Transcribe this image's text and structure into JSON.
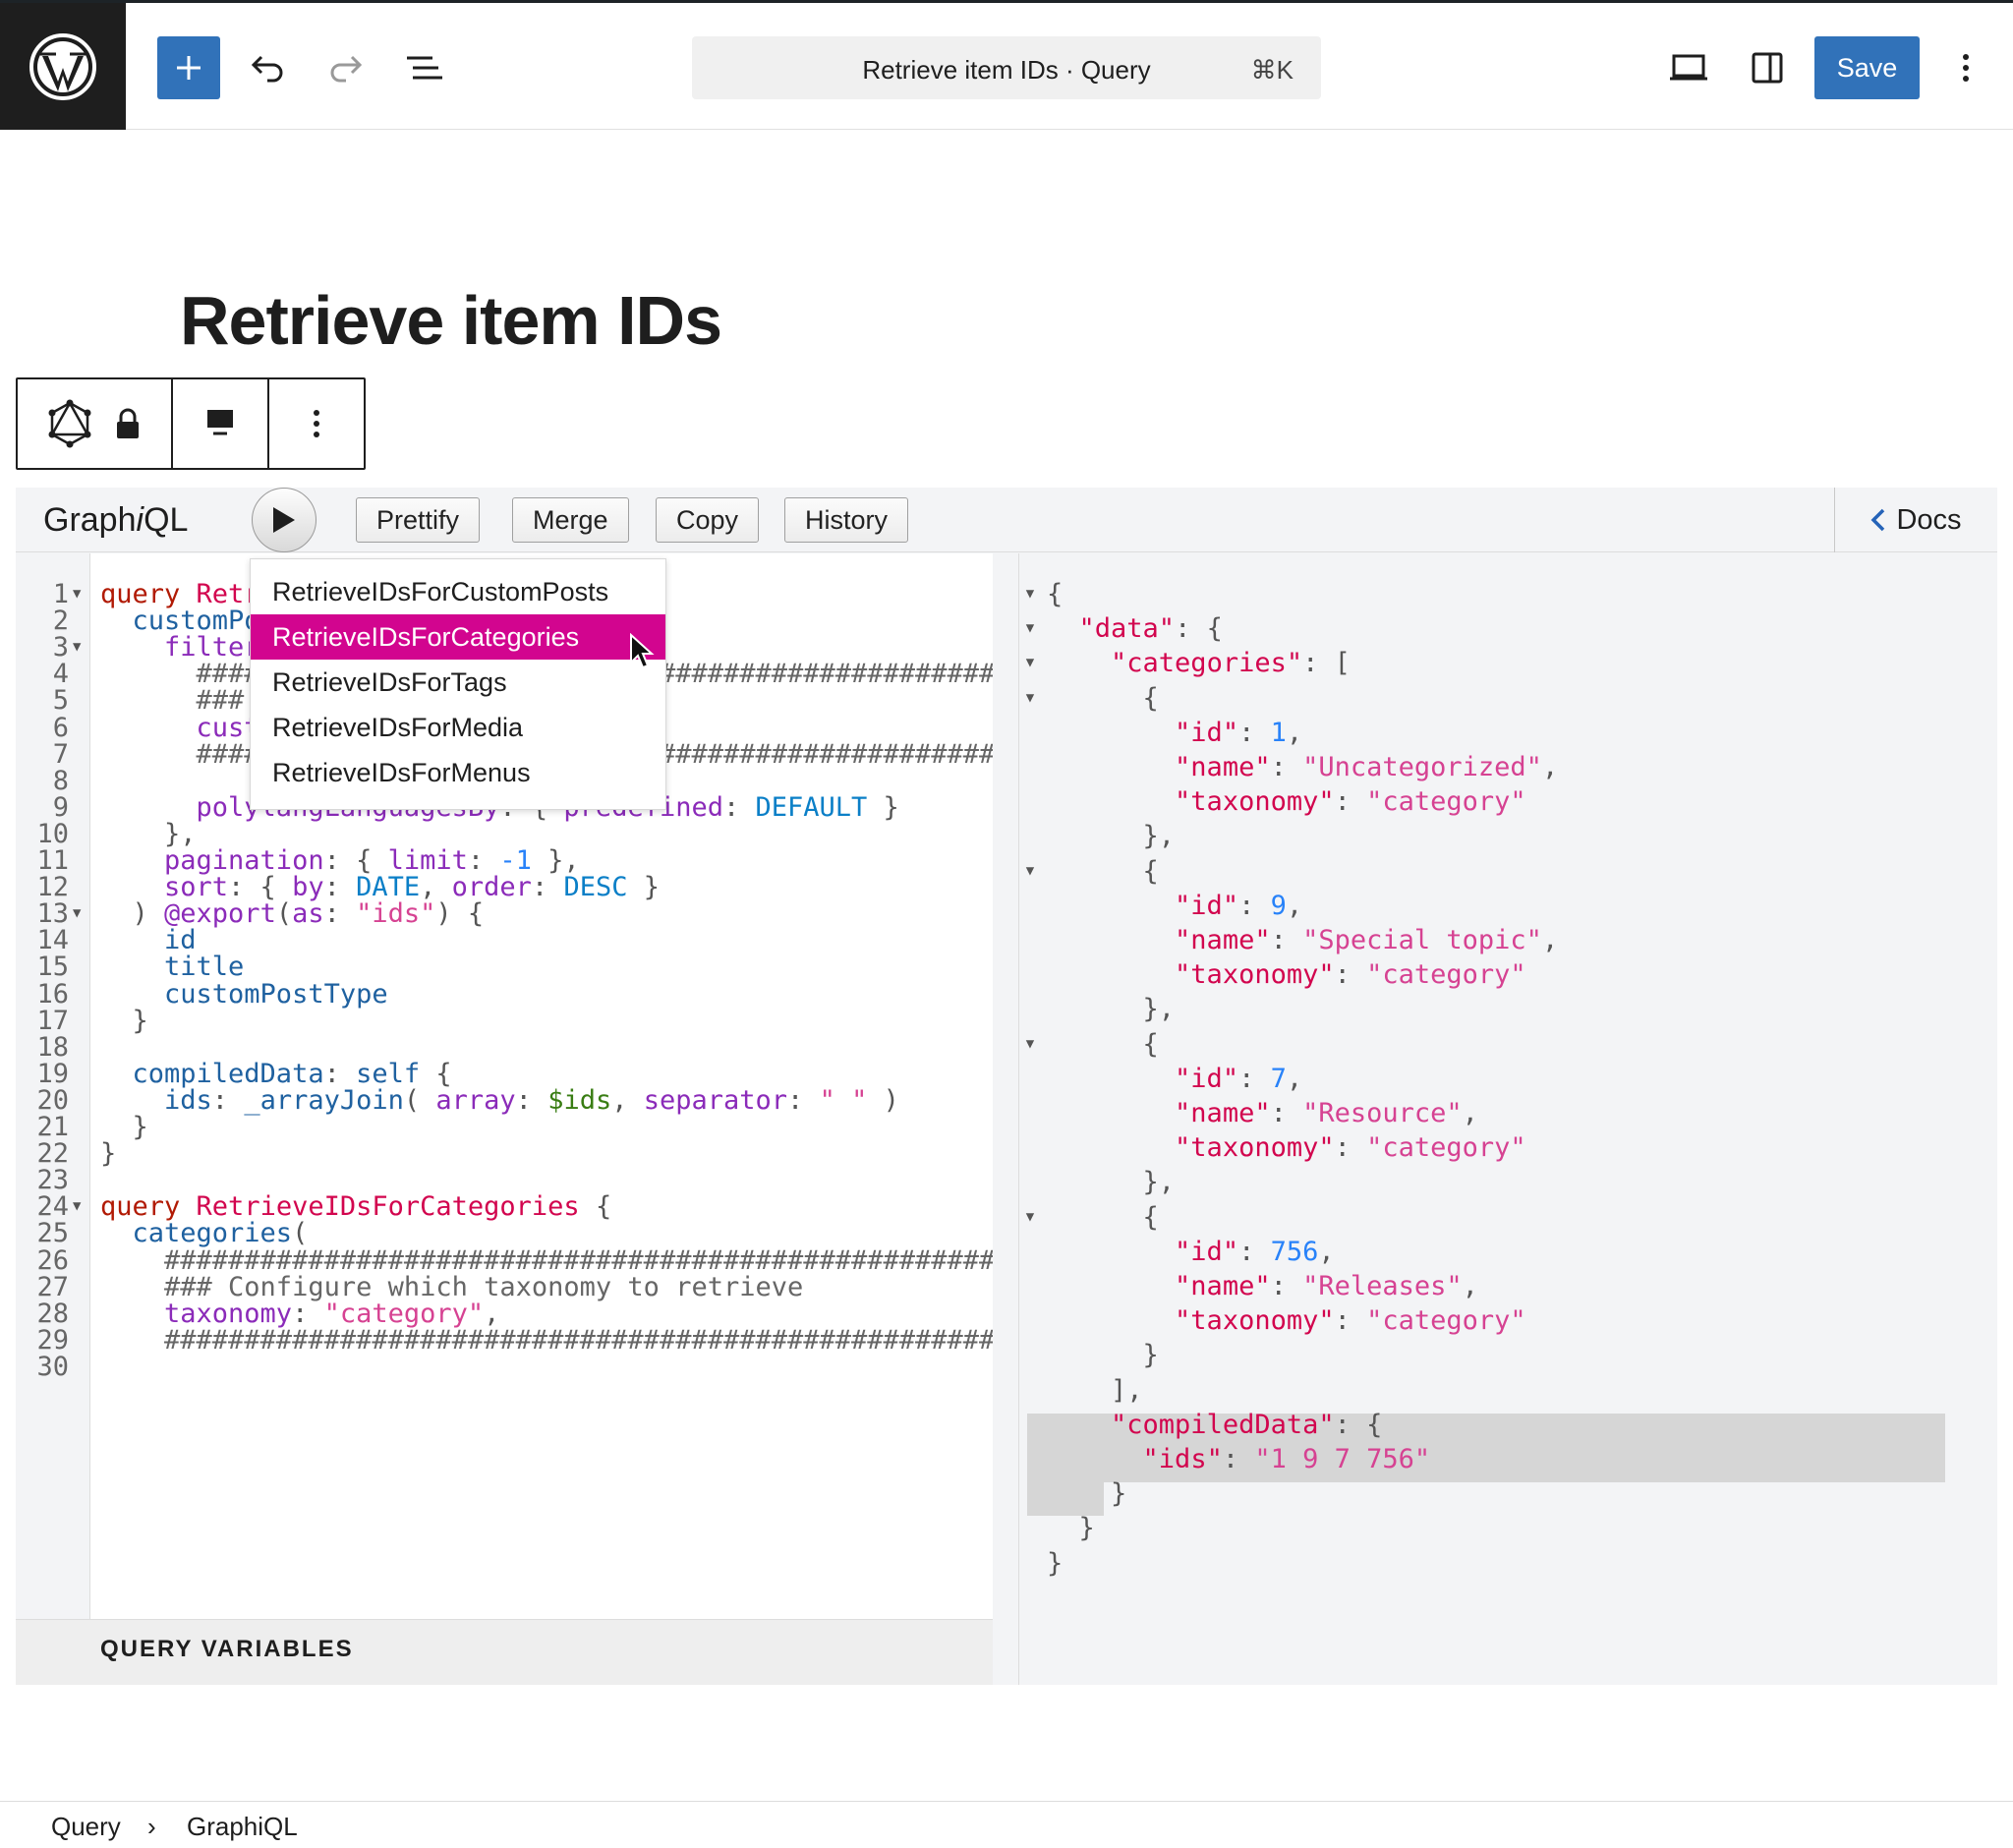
{
  "topbar": {
    "command_title": "Retrieve item IDs · Query",
    "command_shortcut": "⌘K",
    "save_label": "Save"
  },
  "page": {
    "title": "Retrieve item IDs"
  },
  "graphiql": {
    "title_prefix": "Graph",
    "title_italic": "i",
    "title_suffix": "QL",
    "prettify": "Prettify",
    "merge": "Merge",
    "copy": "Copy",
    "history": "History",
    "docs": "Docs",
    "query_variables": "QUERY VARIABLES"
  },
  "operations": [
    {
      "label": "RetrieveIDsForCustomPosts",
      "selected": false
    },
    {
      "label": "RetrieveIDsForCategories",
      "selected": true
    },
    {
      "label": "RetrieveIDsForTags",
      "selected": false
    },
    {
      "label": "RetrieveIDsForMedia",
      "selected": false
    },
    {
      "label": "RetrieveIDsForMenus",
      "selected": false
    }
  ],
  "editor_lines": [
    {
      "n": "1",
      "fold": true,
      "tokens": [
        [
          "kw",
          "query "
        ],
        [
          "def",
          "Retr"
        ]
      ]
    },
    {
      "n": "2",
      "fold": false,
      "tokens": [
        [
          "prop",
          "  customPo"
        ]
      ]
    },
    {
      "n": "3",
      "fold": true,
      "tokens": [
        [
          "attr",
          "    filter"
        ]
      ]
    },
    {
      "n": "4",
      "fold": false,
      "tokens": [
        [
          "cmt",
          "      ####                    ##############################"
        ]
      ]
    },
    {
      "n": "5",
      "fold": false,
      "tokens": [
        [
          "cmt",
          "      ###                     rieve"
        ]
      ]
    },
    {
      "n": "6",
      "fold": false,
      "tokens": [
        [
          "attr",
          "      cust"
        ],
        [
          "str",
          "                    e\""
        ],
        [
          "punct",
          " ],"
        ]
      ]
    },
    {
      "n": "7",
      "fold": false,
      "tokens": [
        [
          "cmt",
          "      ##############################################################"
        ]
      ]
    },
    {
      "n": "8",
      "fold": false,
      "tokens": []
    },
    {
      "n": "9",
      "fold": false,
      "tokens": [
        [
          "attr",
          "      polylangLanguagesBy"
        ],
        [
          "punct",
          ": { "
        ],
        [
          "attr",
          "predefined"
        ],
        [
          "punct",
          ": "
        ],
        [
          "enum",
          "DEFAULT"
        ],
        [
          "punct",
          " }"
        ]
      ]
    },
    {
      "n": "10",
      "fold": false,
      "tokens": [
        [
          "punct",
          "    },"
        ]
      ]
    },
    {
      "n": "11",
      "fold": false,
      "tokens": [
        [
          "attr",
          "    pagination"
        ],
        [
          "punct",
          ": { "
        ],
        [
          "attr",
          "limit"
        ],
        [
          "punct",
          ": "
        ],
        [
          "num",
          "-1"
        ],
        [
          "punct",
          " },"
        ]
      ]
    },
    {
      "n": "12",
      "fold": false,
      "tokens": [
        [
          "attr",
          "    sort"
        ],
        [
          "punct",
          ": { "
        ],
        [
          "attr",
          "by"
        ],
        [
          "punct",
          ": "
        ],
        [
          "enum",
          "DATE"
        ],
        [
          "punct",
          ", "
        ],
        [
          "attr",
          "order"
        ],
        [
          "punct",
          ": "
        ],
        [
          "enum",
          "DESC"
        ],
        [
          "punct",
          " }"
        ]
      ]
    },
    {
      "n": "13",
      "fold": true,
      "tokens": [
        [
          "punct",
          "  ) "
        ],
        [
          "attr",
          "@export"
        ],
        [
          "punct",
          "("
        ],
        [
          "attr",
          "as"
        ],
        [
          "punct",
          ": "
        ],
        [
          "str",
          "\"ids\""
        ],
        [
          "punct",
          ") {"
        ]
      ]
    },
    {
      "n": "14",
      "fold": false,
      "tokens": [
        [
          "prop",
          "    id"
        ]
      ]
    },
    {
      "n": "15",
      "fold": false,
      "tokens": [
        [
          "prop",
          "    title"
        ]
      ]
    },
    {
      "n": "16",
      "fold": false,
      "tokens": [
        [
          "prop",
          "    customPostType"
        ]
      ]
    },
    {
      "n": "17",
      "fold": false,
      "tokens": [
        [
          "punct",
          "  }"
        ]
      ]
    },
    {
      "n": "18",
      "fold": false,
      "tokens": []
    },
    {
      "n": "19",
      "fold": false,
      "tokens": [
        [
          "prop",
          "  compiledData"
        ],
        [
          "punct",
          ": "
        ],
        [
          "prop",
          "self"
        ],
        [
          "punct",
          " {"
        ]
      ]
    },
    {
      "n": "20",
      "fold": false,
      "tokens": [
        [
          "prop",
          "    ids"
        ],
        [
          "punct",
          ": "
        ],
        [
          "prop",
          "_arrayJoin"
        ],
        [
          "punct",
          "( "
        ],
        [
          "attr",
          "array"
        ],
        [
          "punct",
          ": "
        ],
        [
          "var",
          "$ids"
        ],
        [
          "punct",
          ", "
        ],
        [
          "attr",
          "separator"
        ],
        [
          "punct",
          ": "
        ],
        [
          "str",
          "\" \""
        ],
        [
          "punct",
          " )"
        ]
      ]
    },
    {
      "n": "21",
      "fold": false,
      "tokens": [
        [
          "punct",
          "  }"
        ]
      ]
    },
    {
      "n": "22",
      "fold": false,
      "tokens": [
        [
          "punct",
          "}"
        ]
      ]
    },
    {
      "n": "23",
      "fold": false,
      "tokens": []
    },
    {
      "n": "24",
      "fold": true,
      "tokens": [
        [
          "kw",
          "query "
        ],
        [
          "def",
          "RetrieveIDsForCategories"
        ],
        [
          "punct",
          " {"
        ]
      ]
    },
    {
      "n": "25",
      "fold": false,
      "tokens": [
        [
          "prop",
          "  categories"
        ],
        [
          "punct",
          "("
        ]
      ]
    },
    {
      "n": "26",
      "fold": false,
      "tokens": [
        [
          "cmt",
          "    ##############################################################"
        ]
      ]
    },
    {
      "n": "27",
      "fold": false,
      "tokens": [
        [
          "cmt",
          "    ### Configure which taxonomy to retrieve                     #"
        ]
      ]
    },
    {
      "n": "28",
      "fold": false,
      "tokens": [
        [
          "attr",
          "    taxonomy"
        ],
        [
          "punct",
          ": "
        ],
        [
          "str",
          "\"category\""
        ],
        [
          "punct",
          ","
        ]
      ]
    },
    {
      "n": "29",
      "fold": false,
      "tokens": [
        [
          "cmt",
          "    ##############################################################"
        ]
      ]
    },
    {
      "n": "30",
      "fold": false,
      "tokens": []
    }
  ],
  "result_lines": [
    {
      "fold": true,
      "tokens": [
        [
          "punct",
          "{"
        ]
      ]
    },
    {
      "fold": true,
      "tokens": [
        [
          "punct",
          "  "
        ],
        [
          "def",
          "\"data\""
        ],
        [
          "punct",
          ": {"
        ]
      ]
    },
    {
      "fold": true,
      "tokens": [
        [
          "punct",
          "    "
        ],
        [
          "def",
          "\"categories\""
        ],
        [
          "punct",
          ": ["
        ]
      ]
    },
    {
      "fold": true,
      "tokens": [
        [
          "punct",
          "      {"
        ]
      ]
    },
    {
      "fold": false,
      "tokens": [
        [
          "punct",
          "        "
        ],
        [
          "def",
          "\"id\""
        ],
        [
          "punct",
          ": "
        ],
        [
          "num",
          "1"
        ],
        [
          "punct",
          ","
        ]
      ]
    },
    {
      "fold": false,
      "tokens": [
        [
          "punct",
          "        "
        ],
        [
          "def",
          "\"name\""
        ],
        [
          "punct",
          ": "
        ],
        [
          "str",
          "\"Uncategorized\""
        ],
        [
          "punct",
          ","
        ]
      ]
    },
    {
      "fold": false,
      "tokens": [
        [
          "punct",
          "        "
        ],
        [
          "def",
          "\"taxonomy\""
        ],
        [
          "punct",
          ": "
        ],
        [
          "str",
          "\"category\""
        ]
      ]
    },
    {
      "fold": false,
      "tokens": [
        [
          "punct",
          "      },"
        ]
      ]
    },
    {
      "fold": true,
      "tokens": [
        [
          "punct",
          "      {"
        ]
      ]
    },
    {
      "fold": false,
      "tokens": [
        [
          "punct",
          "        "
        ],
        [
          "def",
          "\"id\""
        ],
        [
          "punct",
          ": "
        ],
        [
          "num",
          "9"
        ],
        [
          "punct",
          ","
        ]
      ]
    },
    {
      "fold": false,
      "tokens": [
        [
          "punct",
          "        "
        ],
        [
          "def",
          "\"name\""
        ],
        [
          "punct",
          ": "
        ],
        [
          "str",
          "\"Special topic\""
        ],
        [
          "punct",
          ","
        ]
      ]
    },
    {
      "fold": false,
      "tokens": [
        [
          "punct",
          "        "
        ],
        [
          "def",
          "\"taxonomy\""
        ],
        [
          "punct",
          ": "
        ],
        [
          "str",
          "\"category\""
        ]
      ]
    },
    {
      "fold": false,
      "tokens": [
        [
          "punct",
          "      },"
        ]
      ]
    },
    {
      "fold": true,
      "tokens": [
        [
          "punct",
          "      {"
        ]
      ]
    },
    {
      "fold": false,
      "tokens": [
        [
          "punct",
          "        "
        ],
        [
          "def",
          "\"id\""
        ],
        [
          "punct",
          ": "
        ],
        [
          "num",
          "7"
        ],
        [
          "punct",
          ","
        ]
      ]
    },
    {
      "fold": false,
      "tokens": [
        [
          "punct",
          "        "
        ],
        [
          "def",
          "\"name\""
        ],
        [
          "punct",
          ": "
        ],
        [
          "str",
          "\"Resource\""
        ],
        [
          "punct",
          ","
        ]
      ]
    },
    {
      "fold": false,
      "tokens": [
        [
          "punct",
          "        "
        ],
        [
          "def",
          "\"taxonomy\""
        ],
        [
          "punct",
          ": "
        ],
        [
          "str",
          "\"category\""
        ]
      ]
    },
    {
      "fold": false,
      "tokens": [
        [
          "punct",
          "      },"
        ]
      ]
    },
    {
      "fold": true,
      "tokens": [
        [
          "punct",
          "      {"
        ]
      ]
    },
    {
      "fold": false,
      "tokens": [
        [
          "punct",
          "        "
        ],
        [
          "def",
          "\"id\""
        ],
        [
          "punct",
          ": "
        ],
        [
          "num",
          "756"
        ],
        [
          "punct",
          ","
        ]
      ]
    },
    {
      "fold": false,
      "tokens": [
        [
          "punct",
          "        "
        ],
        [
          "def",
          "\"name\""
        ],
        [
          "punct",
          ": "
        ],
        [
          "str",
          "\"Releases\""
        ],
        [
          "punct",
          ","
        ]
      ]
    },
    {
      "fold": false,
      "tokens": [
        [
          "punct",
          "        "
        ],
        [
          "def",
          "\"taxonomy\""
        ],
        [
          "punct",
          ": "
        ],
        [
          "str",
          "\"category\""
        ]
      ]
    },
    {
      "fold": false,
      "tokens": [
        [
          "punct",
          "      }"
        ]
      ]
    },
    {
      "fold": false,
      "tokens": [
        [
          "punct",
          "    ],"
        ]
      ]
    },
    {
      "fold": false,
      "tokens": [
        [
          "punct",
          "    "
        ],
        [
          "def",
          "\"compiledData\""
        ],
        [
          "punct",
          ": {"
        ]
      ]
    },
    {
      "fold": false,
      "tokens": [
        [
          "punct",
          "      "
        ],
        [
          "def",
          "\"ids\""
        ],
        [
          "punct",
          ": "
        ],
        [
          "str",
          "\"1 9 7 756\""
        ]
      ]
    },
    {
      "fold": false,
      "tokens": [
        [
          "punct",
          "    }"
        ]
      ]
    },
    {
      "fold": false,
      "tokens": [
        [
          "punct",
          "  }"
        ]
      ]
    },
    {
      "fold": false,
      "tokens": [
        [
          "punct",
          "}"
        ]
      ]
    }
  ],
  "breadcrumb": {
    "item1": "Query",
    "separator": "›",
    "item2": "GraphiQL"
  },
  "colors": {
    "accent": "#3172b9",
    "selected_op": "#d2058f"
  },
  "icons": [
    "wordpress-logo-icon",
    "plus-icon",
    "undo-icon",
    "redo-icon",
    "list-view-icon",
    "desktop-preview-icon",
    "sidebar-toggle-icon",
    "more-vertical-icon",
    "graphql-icon",
    "lock-icon",
    "block-align-icon",
    "play-icon",
    "chevron-left-icon",
    "mouse-cursor-icon"
  ]
}
